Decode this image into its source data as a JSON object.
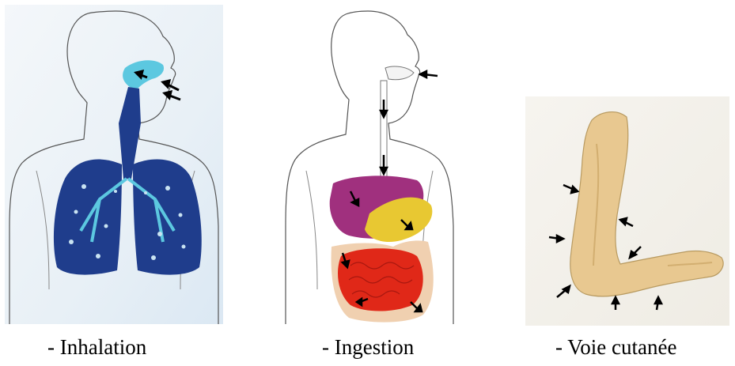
{
  "panels": [
    {
      "icon": "respiratory-system-illustration",
      "caption": "- Inhalation"
    },
    {
      "icon": "digestive-system-illustration",
      "caption": "- Ingestion"
    },
    {
      "icon": "arm-skin-illustration",
      "caption": "- Voie cutanée"
    }
  ],
  "colors": {
    "lungs": "#1f3d8c",
    "airway": "#5cc8e0",
    "stomach": "#a0307e",
    "liver": "#e8c832",
    "intestine": "#e02818",
    "colon": "#f0d0b0",
    "skin": "#e8c890",
    "arrow": "#000000",
    "outline": "#555555"
  }
}
